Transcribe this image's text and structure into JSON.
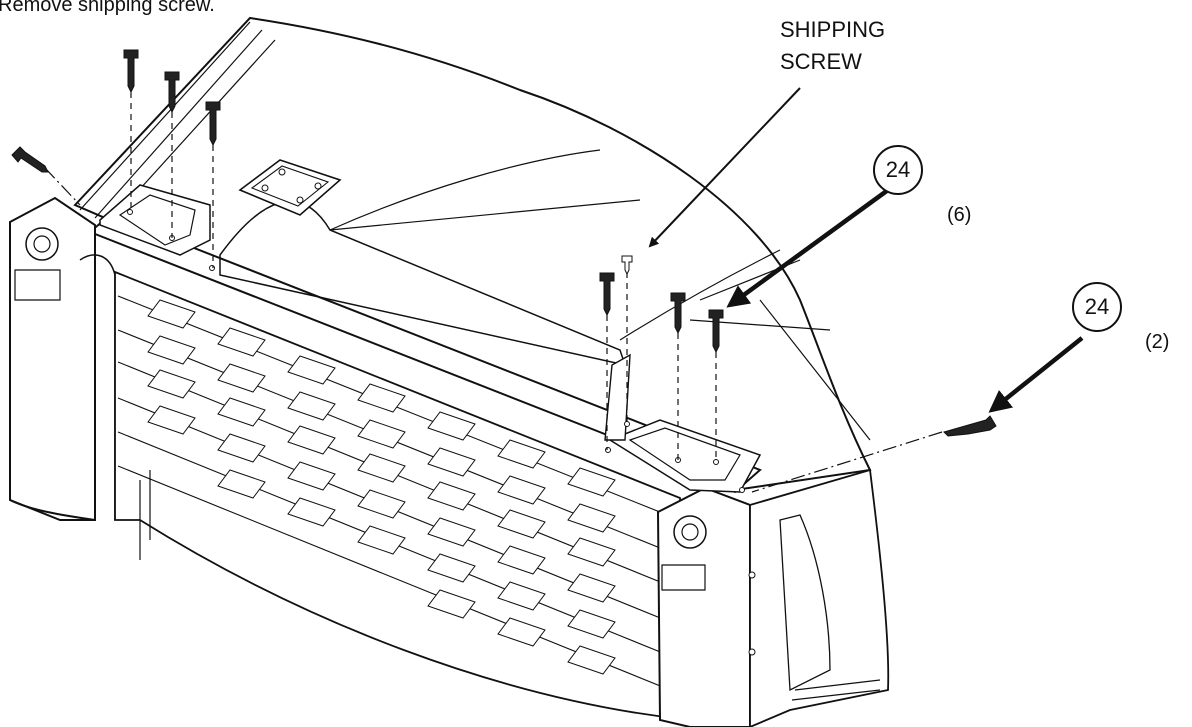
{
  "instruction": "Remove shipping screw.",
  "callouts": {
    "shipping_screw_line1": "SHIPPING",
    "shipping_screw_line2": "SCREW"
  },
  "balloons": [
    {
      "part": "24",
      "qty": "(6)"
    },
    {
      "part": "24",
      "qty": "(2)"
    }
  ],
  "colors": {
    "line": "#111111",
    "fill": "#ffffff",
    "shade": "#cfcfcf"
  },
  "icons": [
    "screw-icon",
    "hinge-icon",
    "leader-arrow-icon"
  ]
}
